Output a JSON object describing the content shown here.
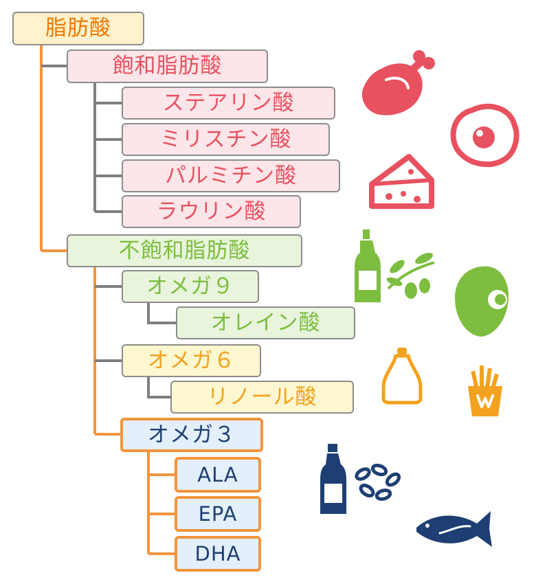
{
  "tree": {
    "root": "脂肪酸",
    "saturated": {
      "label": "飽和脂肪酸",
      "children": [
        "ステアリン酸",
        "ミリスチン酸",
        "パルミチン酸",
        "ラウリン酸"
      ]
    },
    "unsaturated": {
      "label": "不飽和脂肪酸",
      "omega9": {
        "label": "オメガ９",
        "child": "オレイン酸"
      },
      "omega6": {
        "label": "オメガ６",
        "child": "リノール酸"
      },
      "omega3": {
        "label": "オメガ３",
        "children": [
          "ALA",
          "EPA",
          "DHA"
        ]
      }
    }
  },
  "colors": {
    "saturated": "#e8515f",
    "unsaturated": "#7dbd3f",
    "omega6": "#f2a21f",
    "omega3": "#1e3f73",
    "connector_orange": "#f2943d",
    "connector_gray": "#7f7f7f"
  },
  "icons": {
    "saturated": [
      "chicken-leg-icon",
      "fried-egg-icon",
      "cheese-icon"
    ],
    "omega9": [
      "olive-oil-bottle-icon",
      "olive-branch-icon",
      "avocado-icon"
    ],
    "omega6": [
      "dressing-bottle-icon",
      "french-fries-icon"
    ],
    "omega3": [
      "oil-bottle-icon",
      "seeds-icon",
      "fish-icon"
    ]
  }
}
